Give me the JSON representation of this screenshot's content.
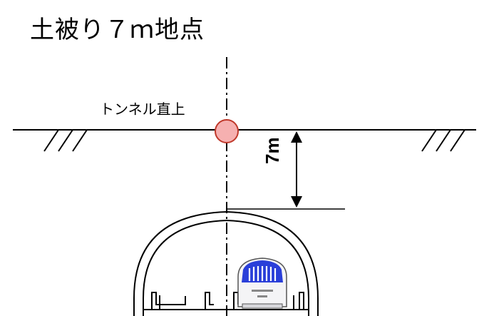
{
  "title": "土被り７ｍ地点",
  "marker_label": "トンネル直上",
  "depth_label": "7m",
  "colors": {
    "marker_fill": "#f6b0b0",
    "marker_stroke": "#c0392b",
    "train_accent": "#2a3fd9"
  },
  "icons": {
    "ground": "ground-hatch",
    "train": "train-front"
  }
}
